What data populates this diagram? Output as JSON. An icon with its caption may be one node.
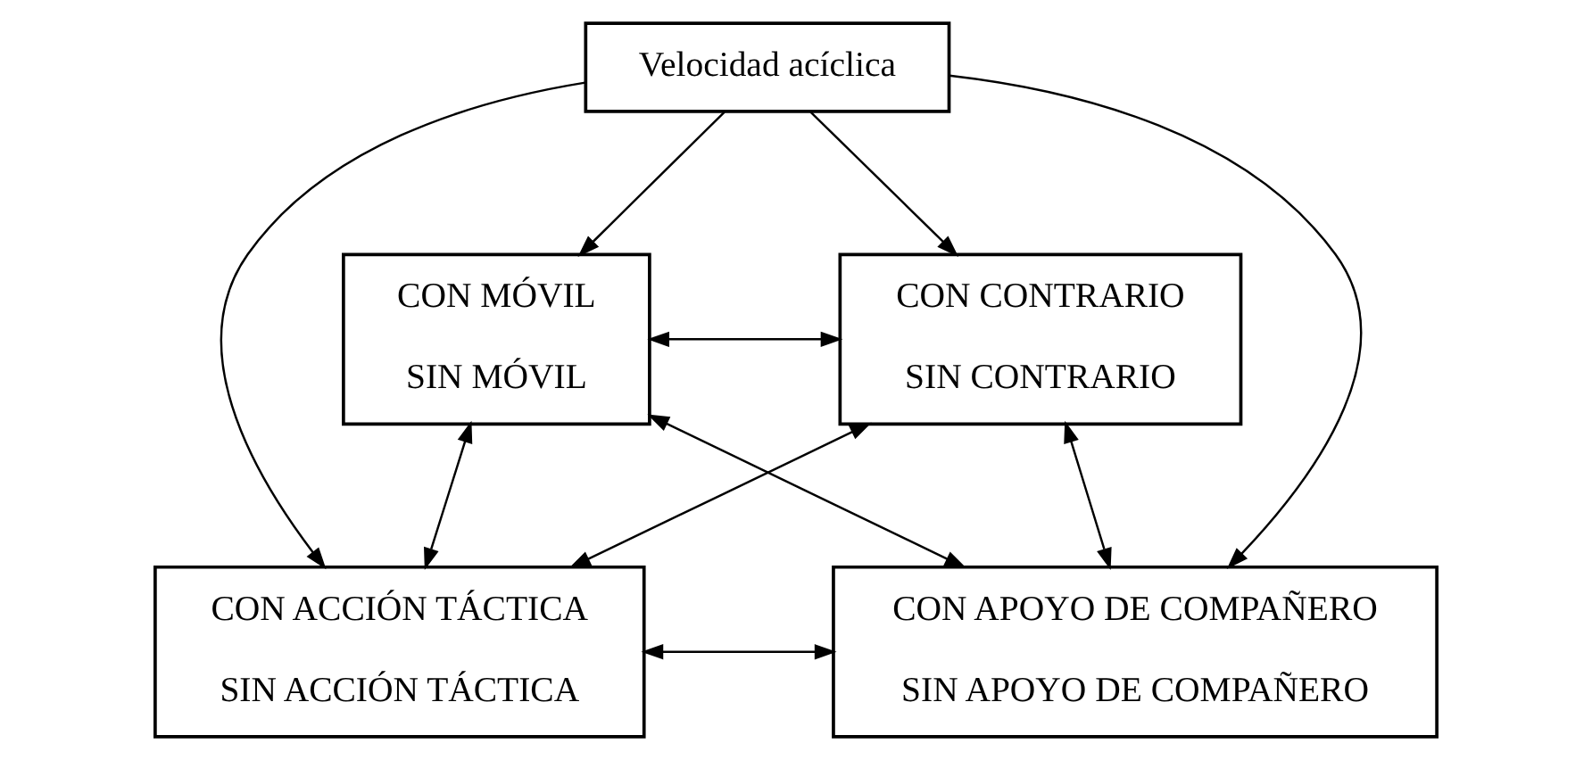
{
  "diagram": {
    "nodes": [
      {
        "text": [
          "Velocidad acíclica"
        ]
      },
      {
        "text": [
          "CON MÓVIL",
          "SIN MÓVIL"
        ]
      },
      {
        "text": [
          "CON CONTRARIO",
          "SIN CONTRARIO"
        ]
      },
      {
        "text": [
          "CON ACCIÓN TÁCTICA",
          "SIN ACCIÓN TÁCTICA"
        ]
      },
      {
        "text": [
          "CON APOYO DE COMPAÑERO",
          "SIN APOYO DE COMPAÑERO"
        ]
      }
    ],
    "edges": [
      {
        "from": 0,
        "to": 1,
        "arrow": "to"
      },
      {
        "from": 0,
        "to": 2,
        "arrow": "to"
      },
      {
        "from": 0,
        "to": 3,
        "arrow": "to"
      },
      {
        "from": 0,
        "to": 4,
        "arrow": "to"
      },
      {
        "from": 1,
        "to": 2,
        "arrow": "both"
      },
      {
        "from": 1,
        "to": 4,
        "arrow": "both"
      },
      {
        "from": 2,
        "to": 3,
        "arrow": "both"
      },
      {
        "from": 1,
        "to": 3,
        "arrow": "both"
      },
      {
        "from": 2,
        "to": 4,
        "arrow": "both"
      },
      {
        "from": 3,
        "to": 4,
        "arrow": "both"
      }
    ]
  }
}
